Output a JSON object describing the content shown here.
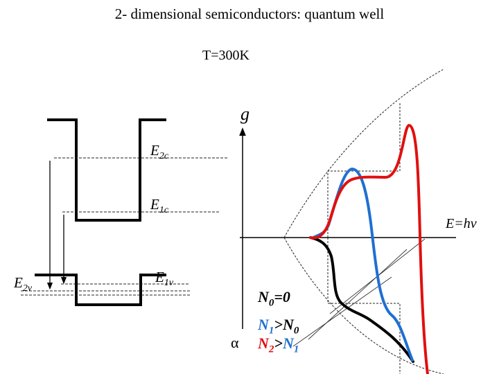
{
  "title": "2- dimensional semiconductors: quantum well",
  "temperature": "T=300K",
  "well_levels": {
    "e2c": {
      "main": "E",
      "sub": "2c"
    },
    "e1c": {
      "main": "E",
      "sub": "1c"
    },
    "e1v": {
      "main": "E",
      "sub": "1v"
    },
    "e2v": {
      "main": "E",
      "sub": "2v"
    }
  },
  "axes": {
    "y_label": "g",
    "x_label": "E=hv",
    "alpha_label": "α"
  },
  "legend": {
    "n0": {
      "a": "N",
      "a_sub": "0",
      "rest": "=0"
    },
    "n1": {
      "a": "N",
      "a_sub": "1",
      "gt": ">",
      "b": "N",
      "b_sub": "0"
    },
    "n2": {
      "a": "N",
      "a_sub": "2",
      "gt": ">",
      "b": "N",
      "b_sub": "1"
    }
  },
  "colors": {
    "n0_curve": "#000000",
    "n1_curve": "#1f6fd1",
    "n2_curve": "#e01010",
    "guide_lines": "#333333"
  }
}
